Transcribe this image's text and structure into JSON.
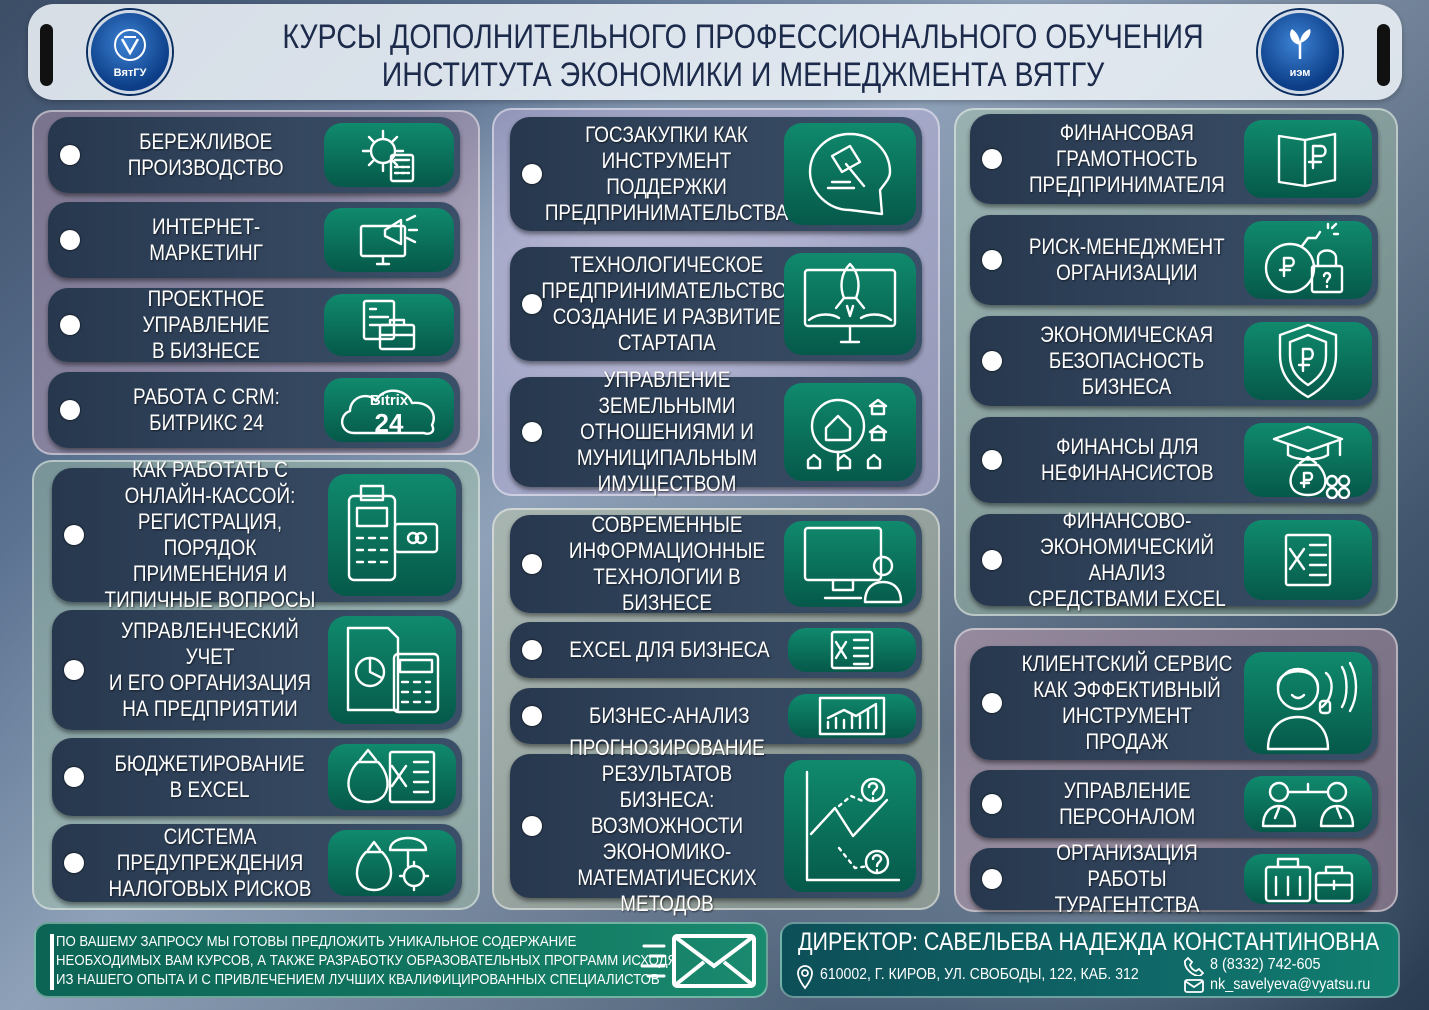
{
  "header": {
    "title_line1": "КУРСЫ ДОПОЛНИТЕЛЬНОГО ПРОФЕССИОНАЛЬНОГО ОБУЧЕНИЯ",
    "title_line2": "ИНСТИТУТА ЭКОНОМИКИ И МЕНЕДЖМЕНТА ВЯТГУ",
    "logo_left_text": "ВятГУ",
    "logo_right_text": "иэм"
  },
  "column_left": {
    "group1": [
      {
        "label": "БЕРЕЖЛИВОЕ\nПРОИЗВОДСТВО",
        "icon": "gear-calculator-icon"
      },
      {
        "label": "ИНТЕРНЕТ-\nМАРКЕТИНГ",
        "icon": "monitor-megaphone-icon"
      },
      {
        "label": "ПРОЕКТНОЕ УПРАВЛЕНИЕ\nВ БИЗНЕСЕ",
        "icon": "documents-briefcase-icon"
      },
      {
        "label": "РАБОТА С CRM:\nБИТРИКС 24",
        "icon": "bitrix24-cloud-icon",
        "icon_text_1": "Bitrix",
        "icon_text_2": "24"
      }
    ],
    "group2": [
      {
        "label": "КАК РАБОТАТЬ С\nОНЛАЙН-КАССОЙ:\nРЕГИСТРАЦИЯ, ПОРЯДОК\nПРИМЕНЕНИЯ И\nТИПИЧНЫЕ ВОПРОСЫ",
        "icon": "cash-register-card-icon"
      },
      {
        "label": "УПРАВЛЕНЧЕСКИЙ УЧЕТ\nИ ЕГО ОРГАНИЗАЦИЯ\nНА ПРЕДПРИЯТИИ",
        "icon": "report-calculator-icon"
      },
      {
        "label": "БЮДЖЕТИРОВАНИЕ\nВ EXCEL",
        "icon": "money-bag-excel-icon"
      },
      {
        "label": "СИСТЕМА\nПРЕДУПРЕЖДЕНИЯ\nНАЛОГОВЫХ РИСКОВ",
        "icon": "money-bag-umbrella-icon"
      }
    ]
  },
  "column_middle": {
    "group1": [
      {
        "label": "ГОСЗАКУПКИ КАК\nИНСТРУМЕНТ ПОДДЕРЖКИ\nПРЕДПРИНИМАТЕЛЬСТВА",
        "icon": "gavel-icon"
      },
      {
        "label": "ТЕХНОЛОГИЧЕСКОЕ\nПРЕДПРИНИМАТЕЛЬСТВО;\nСОЗДАНИЕ И РАЗВИТИЕ\nСТАРТАПА",
        "icon": "rocket-monitor-icon"
      },
      {
        "label": "УПРАВЛЕНИЕ ЗЕМЕЛЬНЫМИ\nОТНОШЕНИЯМИ И\nМУНИЦИПАЛЬНЫМ\nИМУЩЕСТВОМ",
        "icon": "house-magnifier-icon"
      }
    ],
    "group2": [
      {
        "label": "СОВРЕМЕННЫЕ\nИНФОРМАЦИОННЫЕ\nТЕХНОЛОГИИ В БИЗНЕСЕ",
        "icon": "computer-user-icon"
      },
      {
        "label": "EXCEL ДЛЯ БИЗНЕСА",
        "icon": "excel-icon"
      },
      {
        "label": "БИЗНЕС-АНАЛИЗ",
        "icon": "chart-growth-icon"
      },
      {
        "label": "ПРОГНОЗИРОВАНИЕ\nРЕЗУЛЬТАТОВ БИЗНЕСА:\nВОЗМОЖНОСТИ\nЭКОНОМИКО-\nМАТЕМАТИЧЕСКИХ\nМЕТОДОВ",
        "icon": "forecast-chart-icon"
      }
    ]
  },
  "column_right": {
    "group1": [
      {
        "label": "ФИНАНСОВАЯ\nГРАМОТНОСТЬ\nПРЕДПРИНИМАТЕЛЯ",
        "icon": "ruble-book-icon"
      },
      {
        "label": "РИСК-МЕНЕДЖМЕНТ\nОРГАНИЗАЦИИ",
        "icon": "bomb-lock-icon"
      },
      {
        "label": "ЭКОНОМИЧЕСКАЯ\nБЕЗОПАСНОСТЬ\nБИЗНЕСА",
        "icon": "ruble-shield-icon"
      },
      {
        "label": "ФИНАНСЫ ДЛЯ\nНЕФИНАНСИСТОВ",
        "icon": "graduation-money-bag-icon"
      },
      {
        "label": "ФИНАНСОВО-\nЭКОНОМИЧЕСКИЙ АНАЛИЗ\nСРЕДСТВАМИ EXCEL",
        "icon": "excel-icon"
      }
    ],
    "group2": [
      {
        "label": "КЛИЕНТСКИЙ СЕРВИС\nКАК ЭФФЕКТИВНЫЙ\nИНСТРУМЕНТ ПРОДАЖ",
        "icon": "support-agent-icon"
      },
      {
        "label": "УПРАВЛЕНИЕ\nПЕРСОНАЛОМ",
        "icon": "people-structure-icon"
      },
      {
        "label": "ОРГАНИЗАЦИЯ РАБОТЫ\nТУРАГЕНТСТВА",
        "icon": "luggage-icon"
      }
    ]
  },
  "footer": {
    "offer_line1": "ПО ВАШЕМУ ЗАПРОСУ МЫ ГОТОВЫ ПРЕДЛОЖИТЬ УНИКАЛЬНОЕ СОДЕРЖАНИЕ",
    "offer_line2": "НЕОБХОДИМЫХ ВАМ КУРСОВ, А ТАКЖЕ РАЗРАБОТКУ ОБРАЗОВАТЕЛЬНЫХ ПРОГРАММ ИСХОДЯ",
    "offer_line3": "ИЗ НАШЕГО ОПЫТА И С ПРИВЛЕЧЕНИЕМ ЛУЧШИХ КВАЛИФИЦИРОВАННЫХ СПЕЦИАЛИСТОВ",
    "director": "ДИРЕКТОР: САВЕЛЬЕВА НАДЕЖДА КОНСТАНТИНОВНА",
    "address": "610002, Г. КИРОВ, УЛ. СВОБОДЫ, 122, КАБ. 312",
    "phone": "8 (8332) 742-605",
    "email": "nk_savelyeva@vyatsu.ru"
  },
  "colors": {
    "card_dark": "#2f4159",
    "icon_green": "#0a6f59",
    "title": "#1c2a4b"
  }
}
